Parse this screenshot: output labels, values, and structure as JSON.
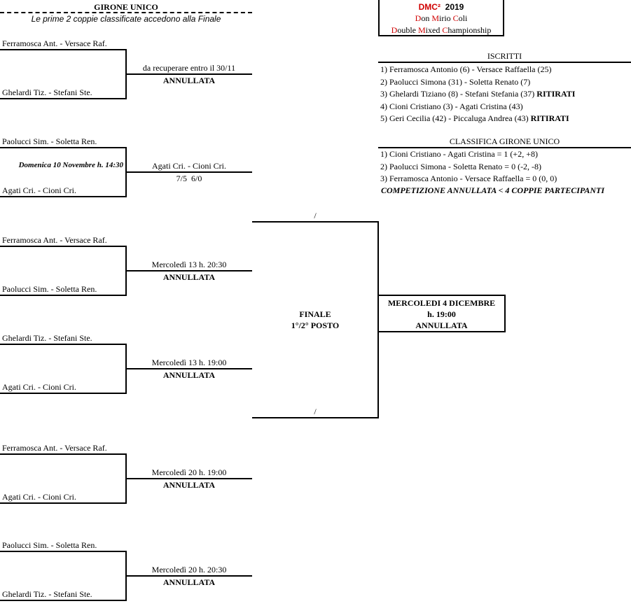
{
  "header": {
    "title": "GIRONE UNICO",
    "subtitle": "Le prime 2 coppie classificate accedono alla Finale"
  },
  "logo": {
    "line1_red": "DMC²",
    "line1_year": "2019",
    "line2": [
      "D",
      "on ",
      "M",
      "irio ",
      "C",
      "oli"
    ],
    "line3": [
      "D",
      "ouble ",
      "M",
      "ixed ",
      "C",
      "hampionship"
    ]
  },
  "matches": [
    {
      "top": "Ferramosca Ant. - Versace Raf.",
      "bottom": "Ghelardi Tiz. - Stefani Ste.",
      "info": "da recuperare entro il 30/11",
      "result": "ANNULLATA"
    },
    {
      "top": "Paolucci Sim. - Soletta Ren.",
      "bottom": "Agati Cri. - Cioni Cri.",
      "date": "Domenica 10 Novembre h. 14:30",
      "info": "Agati Cri. - Cioni Cri.",
      "result": "7/5  6/0"
    },
    {
      "top": "Ferramosca Ant. - Versace Raf.",
      "bottom": "Paolucci Sim. - Soletta Ren.",
      "info": "Mercoledì 13 h. 20:30",
      "result": "ANNULLATA"
    },
    {
      "top": "Ghelardi Tiz. - Stefani Ste.",
      "bottom": "Agati Cri. - Cioni Cri.",
      "info": "Mercoledì 13 h. 19:00",
      "result": "ANNULLATA"
    },
    {
      "top": "Ferramosca Ant. - Versace Raf.",
      "bottom": "Agati Cri. - Cioni Cri.",
      "info": "Mercoledì 20 h. 19:00",
      "result": "ANNULLATA"
    },
    {
      "top": "Paolucci Sim. - Soletta Ren.",
      "bottom": "Ghelardi Tiz. - Stefani Ste.",
      "info": "Mercoledì 20 h. 20:30",
      "result": "ANNULLATA"
    }
  ],
  "final": {
    "top_slot": "/",
    "bottom_slot": "/",
    "label1": "FINALE",
    "label2": "1°/2° POSTO",
    "box1": "MERCOLEDI 4 DICEMBRE",
    "box2": "h. 19:00",
    "box3": "ANNULLATA"
  },
  "iscritti": {
    "title": "ISCRITTI",
    "items": [
      {
        "text": "1) Ferramosca Antonio (6) - Versace Raffaella (25)",
        "tag": ""
      },
      {
        "text": "2) Paolucci Simona (31) - Soletta Renato (7)",
        "tag": ""
      },
      {
        "text": "3) Ghelardi Tiziano (8) - Stefani Stefania (37) ",
        "tag": "RITIRATI"
      },
      {
        "text": "4) Cioni Cristiano (3) - Agati Cristina (43)",
        "tag": ""
      },
      {
        "text": "5) Geri Cecilia (42) - Piccaluga Andrea (43) ",
        "tag": "RITIRATI"
      }
    ]
  },
  "classifica": {
    "title": "CLASSIFICA GIRONE UNICO",
    "items": [
      "1) Cioni Cristiano - Agati Cristina = 1 (+2, +8)",
      "2) Paolucci Simona - Soletta Renato = 0 (-2, -8)",
      "3) Ferramosca Antonio - Versace Raffaella = 0 (0, 0)"
    ],
    "note": "COMPETIZIONE ANNULLATA < 4 COPPIE PARTECIPANTI"
  }
}
